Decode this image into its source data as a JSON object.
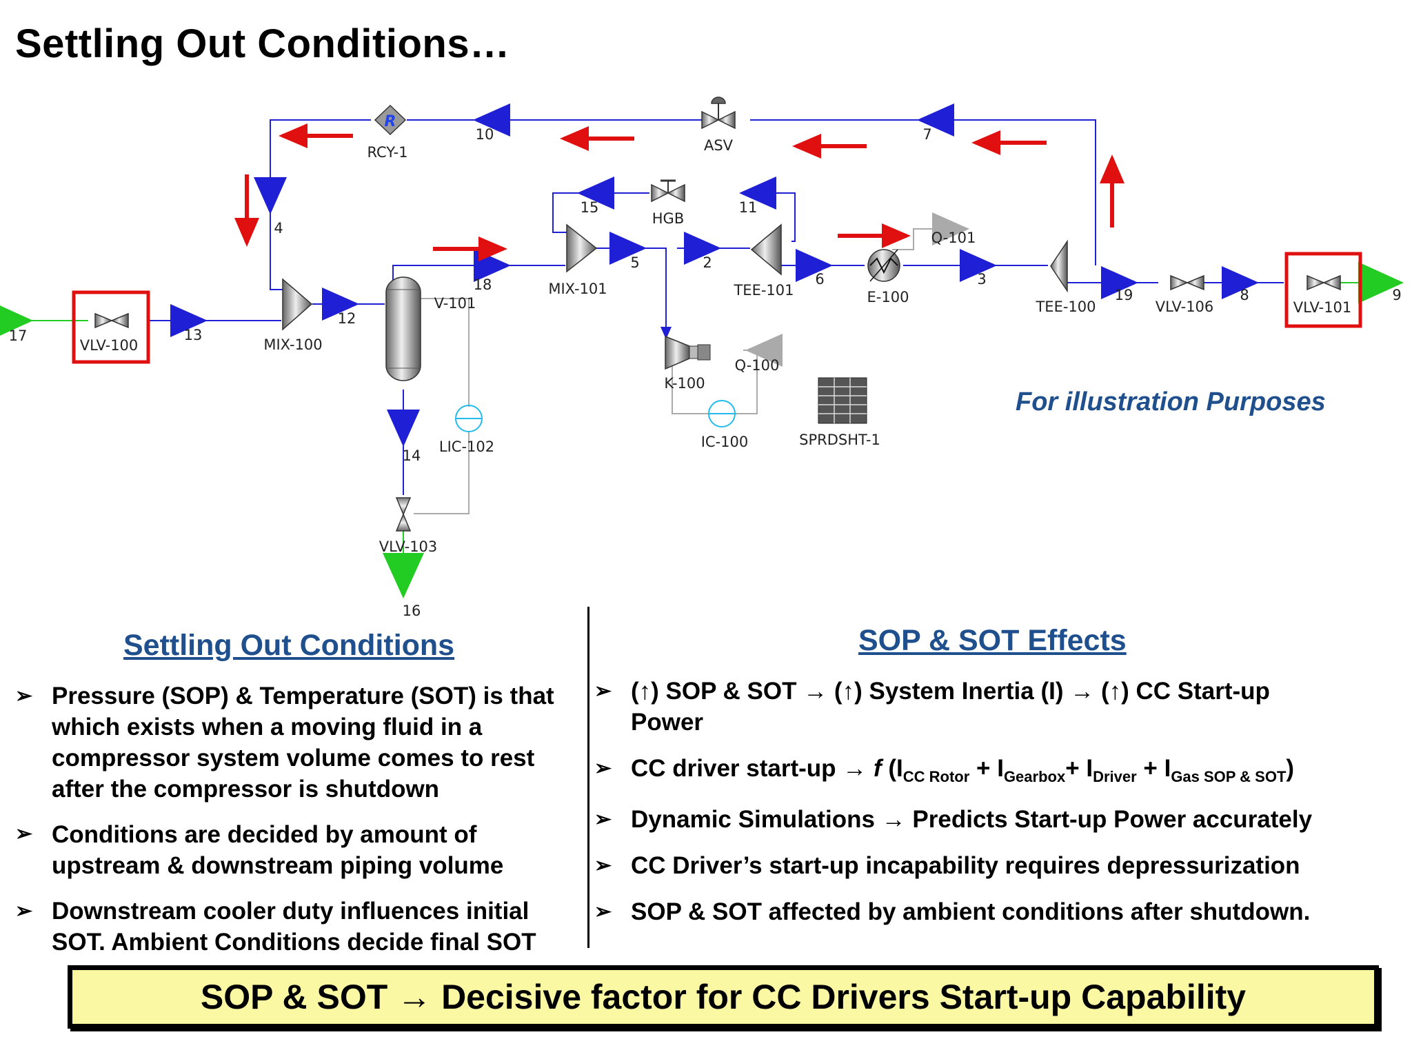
{
  "slide": {
    "title": "Settling Out Conditions…",
    "note": "For illustration Purposes",
    "colors": {
      "heading": "#1f4f8c",
      "stream": "#1f1fd6",
      "arrow": "#e01010",
      "highlight": "#e01010",
      "banner": "#fbf8a4"
    }
  },
  "diagram": {
    "units": {
      "vlv100": "VLV-100",
      "vlv101": "VLV-101",
      "vlv103": "VLV-103",
      "vlv106": "VLV-106",
      "mix100": "MIX-100",
      "mix101": "MIX-101",
      "v101": "V-101",
      "lic102": "LIC-102",
      "rcy1": "RCY-1",
      "asv": "ASV",
      "hgb": "HGB",
      "k100": "K-100",
      "q100": "Q-100",
      "ic100": "IC-100",
      "tee101": "TEE-101",
      "tee100": "TEE-100",
      "e100": "E-100",
      "q101": "Q-101",
      "sprdsht1": "SPRDSHT-1",
      "rcy_symbol": "R"
    },
    "streams": {
      "s17": "17",
      "s13": "13",
      "s12": "12",
      "s4": "4",
      "s10": "10",
      "s7": "7",
      "s18": "18",
      "s14": "14",
      "s16": "16",
      "s15": "15",
      "s11": "11",
      "s5": "5",
      "s2": "2",
      "s6": "6",
      "s3": "3",
      "s19": "19",
      "s8": "8",
      "s9": "9"
    }
  },
  "left": {
    "heading": "Settling Out Conditions",
    "bullet_symbol": "➢",
    "bullets": [
      [
        "Pressure (SOP) & Temperature (SOT) is that",
        "which exists when a moving fluid in a",
        "compressor system volume comes to rest",
        "after the compressor is shutdown"
      ],
      [
        "Conditions are decided by amount of",
        "upstream & downstream piping volume"
      ],
      [
        "Downstream cooler duty influences initial",
        "SOT. Ambient Conditions decide final SOT"
      ]
    ]
  },
  "right": {
    "heading": "SOP & SOT Effects",
    "b1_line1": "(↑) SOP & SOT → (↑) System Inertia (I) → (↑) CC Start-up",
    "b1_line2": "Power",
    "b2_prefix": "CC driver start-up → ",
    "b2_f": "f",
    "b2_open": " (I",
    "b2_sub1": "CC Rotor",
    "b2_mid1": " + I",
    "b2_sub2": "Gearbox",
    "b2_mid2": "+ I",
    "b2_sub3": "Driver",
    "b2_mid3": " + I",
    "b2_sub4": "Gas SOP & SOT",
    "b2_close": ")",
    "b3": "Dynamic Simulations → Predicts Start-up Power accurately",
    "b4": "CC Driver’s start-up incapability requires depressurization",
    "b5": "SOP & SOT affected by ambient conditions after shutdown."
  },
  "banner": "SOP & SOT → Decisive factor for CC Drivers Start-up Capability"
}
